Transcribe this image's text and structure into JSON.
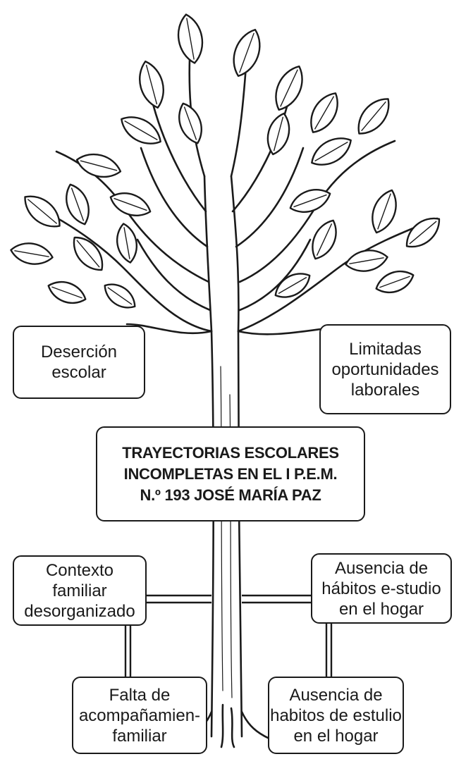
{
  "central": {
    "line1": "TRAYECTORIAS ESCOLARES",
    "line2": "INCOMPLETAS EN EL I P.E.M.",
    "line3": "N.º 193 JOSÉ MARÍA PAZ"
  },
  "consequences": {
    "left": {
      "line1": "Deserción",
      "line2": "escolar"
    },
    "right": {
      "line1": "Limitadas",
      "line2": "oportunidades",
      "line3": "laborales"
    }
  },
  "causes": {
    "upper_left": {
      "line1": "Contexto",
      "line2": "familiar",
      "line3": "desorganizado"
    },
    "upper_right": {
      "line1": "Ausencia de",
      "line2": "hábitos e-studio",
      "line3": "en el hogar"
    },
    "lower_left": {
      "line1": "Falta de",
      "line2": "acompañamien-",
      "line3": "familiar"
    },
    "lower_right": {
      "line1": "Ausencia de",
      "line2": "habitos de estulio",
      "line3": "en el hogar"
    }
  },
  "colors": {
    "ink": "#1a1a1a",
    "paper": "#ffffff"
  }
}
